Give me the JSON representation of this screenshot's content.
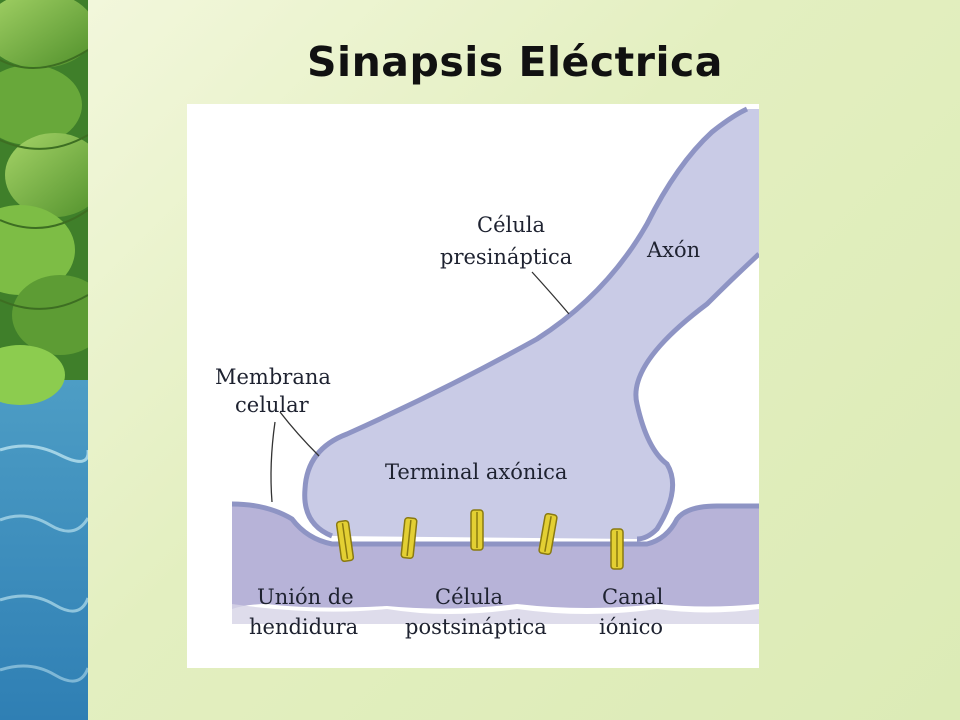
{
  "slide": {
    "title": "Sinapsis Eléctrica"
  },
  "diagram": {
    "labels": {
      "presynaptic_line1": "Célula",
      "presynaptic_line2": "presináptica",
      "axon": "Axón",
      "membrane_line1": "Membrana",
      "membrane_line2": "celular",
      "axon_terminal": "Terminal  axónica",
      "gap_junction_line1": "Unión de",
      "gap_junction_line2": "hendidura",
      "postsynaptic_line1": "Célula",
      "postsynaptic_line2": "postsináptica",
      "ion_channel_line1": "Canal",
      "ion_channel_line2": "iónico"
    },
    "colors": {
      "cell_fill": "#c9cbe6",
      "membrane": "#8e94c4",
      "post_fill": "#b7b3d8",
      "channel": "#e3cf33",
      "sidebar_leaf": "#79b43c",
      "sidebar_water": "#5fa6c6"
    }
  }
}
